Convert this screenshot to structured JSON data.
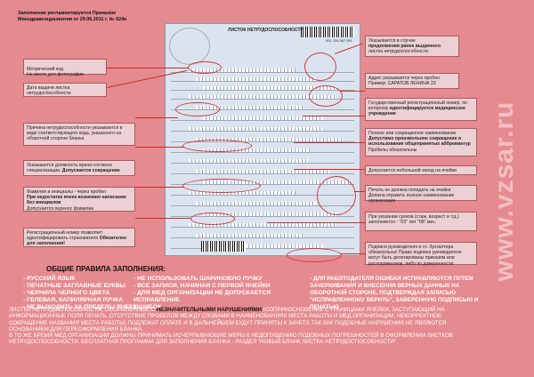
{
  "header": {
    "line1": "Заполнение регламентируется Приказом",
    "line2": "Минздравсоцразвития от 29.06.2011 г. № 624н"
  },
  "form": {
    "title": "ЛИСТОК НЕТРУДОСПОСОБНОСТИ",
    "code": "001 234 567 891"
  },
  "callouts_left": [
    {
      "text": "Метрический код\nНе место для фотографии"
    },
    {
      "text": "Дата выдачи листка нетрудоспособности"
    },
    {
      "text": "Причина нетрудоспособности указывается в виде соответствующего кода, указанного на оборотной стороне бланка"
    },
    {
      "text": "Указывается должность врача согласно специализации.",
      "bold": "Допускается сокращение"
    },
    {
      "text": "Фамилия и инициалы - через пробел",
      "bold": "При недостатке ячеек возможно написание без инициалов",
      "tail": "Допускается перенос фамилии"
    },
    {
      "text": "Регистрационный номер позволяет идентифицировать страхователя",
      "bold": "Обязателен для заполнения!"
    }
  ],
  "callouts_right": [
    {
      "text": "Указывается в случае",
      "bold": "продолжения ранее выданного",
      "tail": "листка нетрудоспособности"
    },
    {
      "text": "Адрес указывается через пробел",
      "tail": "Пример: САРАТОВ ЛЕНИНА 23"
    },
    {
      "text": "Государственный регистрационный номер, по которому",
      "bold": "идентифицируется медицинское учреждение"
    },
    {
      "text": "Полное или сокращенное наименование",
      "bold": "Допустимо произвольное сокращение и использование общепринятых аббревиатур",
      "tail": "Пробелы обязательны"
    },
    {
      "text": "Допускается небольшой заход на ячейки"
    },
    {
      "text": "Печать не должна попадать на ячейки",
      "tail": "Должна отразить полное наименование организации"
    },
    {
      "text": "При указании сроков (стаж, возраст и т.д.) заполняется - \"03\" лет \"08\" мес."
    },
    {
      "text": "Подписи руководителя и гл. бухгалтера обязательны! Право подписи руководителя могут быть делегированы приказом или распоряжением, либо по доверенности"
    }
  ],
  "rules_title": "ОБЩИЕ ПРАВИЛА ЗАПОЛНЕНИЯ:",
  "rules_col1": [
    "- РУССКИЙ ЯЗЫК",
    "- ПЕЧАТНЫЕ ЗАГЛАВНЫЕ БУКВЫ",
    "- ЧЕРНИЛА ЧЕРНОГО ЦВЕТА",
    "- ГЕЛЕВАЯ, КАПИЛЯРНАЯ РУЧКА",
    "- НЕ ВЫХОДИТЬ ЗА ПРЕДЕЛЫ ЯЧЕЕК"
  ],
  "rules_col2": [
    "- НЕ ИСПОЛЬЗОВАТЬ ШАРИКОВУЮ РУЧКУ",
    "- ВСЕ ЗАПИСИ, НАЧИНАЯ С ПЕРВОЙ ЯЧЕЙКИ",
    "- ДЛЯ МЕД ОРГАНИЗАЦИИ НЕ ДОПУСКАЕТСЯ ИСПРАВЛЕНИЕ",
    "  ОШИБОК"
  ],
  "rules_col3": [
    "- ДЛЯ РАБОТОДАТЕЛЯ ОШИБКИ ИСПРАВЛЯЮТСЯ ПУТЕМ",
    "ЗАЧЕРКИВАНИЯ И ВНЕСЕНИЯ ВЕРНЫХ ДАННЫХ НА",
    "ОБОРОТНОЙ СТОРОНЕ, ПОДТВЕРЖДАЯ ЗАПИСЬЮ",
    "\"ИСПРАВЛЕННОМУ ВЕРИТЬ\", ЗАВЕРЕННУЮ ПОДПИСЬЮ И ПЕЧАТЬЮ"
  ],
  "bottom": {
    "p1a": "ЛИСТКИ НЕТРУДОСПОСОБНОСТИ, ОФОРМЛЕННЫЕ С",
    "p1b": "НЕЗНАЧИТЕЛЬНЫМИ НАРУШЕНИЯМИ",
    "p1c": "(СОПРИКОСНОВЕНИЕ С ГРАНИЦАМИ ЯЧЕЙКИ, ЗАСТУПАЮЩИЙ НА ИНФОРМАЦИОННЫЕ ПОЛЯ ПЕЧАТЬ, ОТСУТСТВИЕ ПРОБЕЛОВ МЕЖДУ СЛОВАМИ В НАИМЕНОВАНИЯХ МЕСТА РАБОТЫ И МЕД ОРГАНИЗАЦИИ, НЕКОРРЕКТНОЕ СОКРАЩЕНИЕ НАЗВАНИЯ МЕСТА РАБОТЫ) ПОДЛЕЖАТ ОПЛАТЕ И В ДАЛЬНЕЙШЕМ БУДУТ ПРИНЯТЫ К ЗАЧЕТУ, ТАК КАК ПОДОБНЫЕ НАРУШЕНИЯ НЕ ЯВЛЯЮТСЯ ОСНОВАНИЕМ ДЛЯ ПЕРЕОФОРМЛЕНИЯ БЛАНКА.",
    "p2": "В ТО ЖЕ ВРЕМЯ МЕД ОРГАНИЗАЦИИ ДОЛЖНЫ ПРИНИМАТЬ ИСЧЕРПЫВАЮЩИЕ МЕРЫ К НЕДОПУЩЕНИЮ ПОДОБНЫХ ПОГРЕШНОСТЕЙ В ОФОРМЛЕНИИ ЛИСТКОВ НЕТРУДОСПОСОБНОСТИ. БЕСПЛАТНАЯ ПРОГРАММА ДЛЯ ЗАПОЛНЕНИЯ БЛАНКА - РАЗДЕЛ \"НОВЫЙ БЛАНК ЛИСТКА НЕТРУДОСПОСОБНОСТИ\""
  },
  "watermark": "www.vzsar.ru"
}
